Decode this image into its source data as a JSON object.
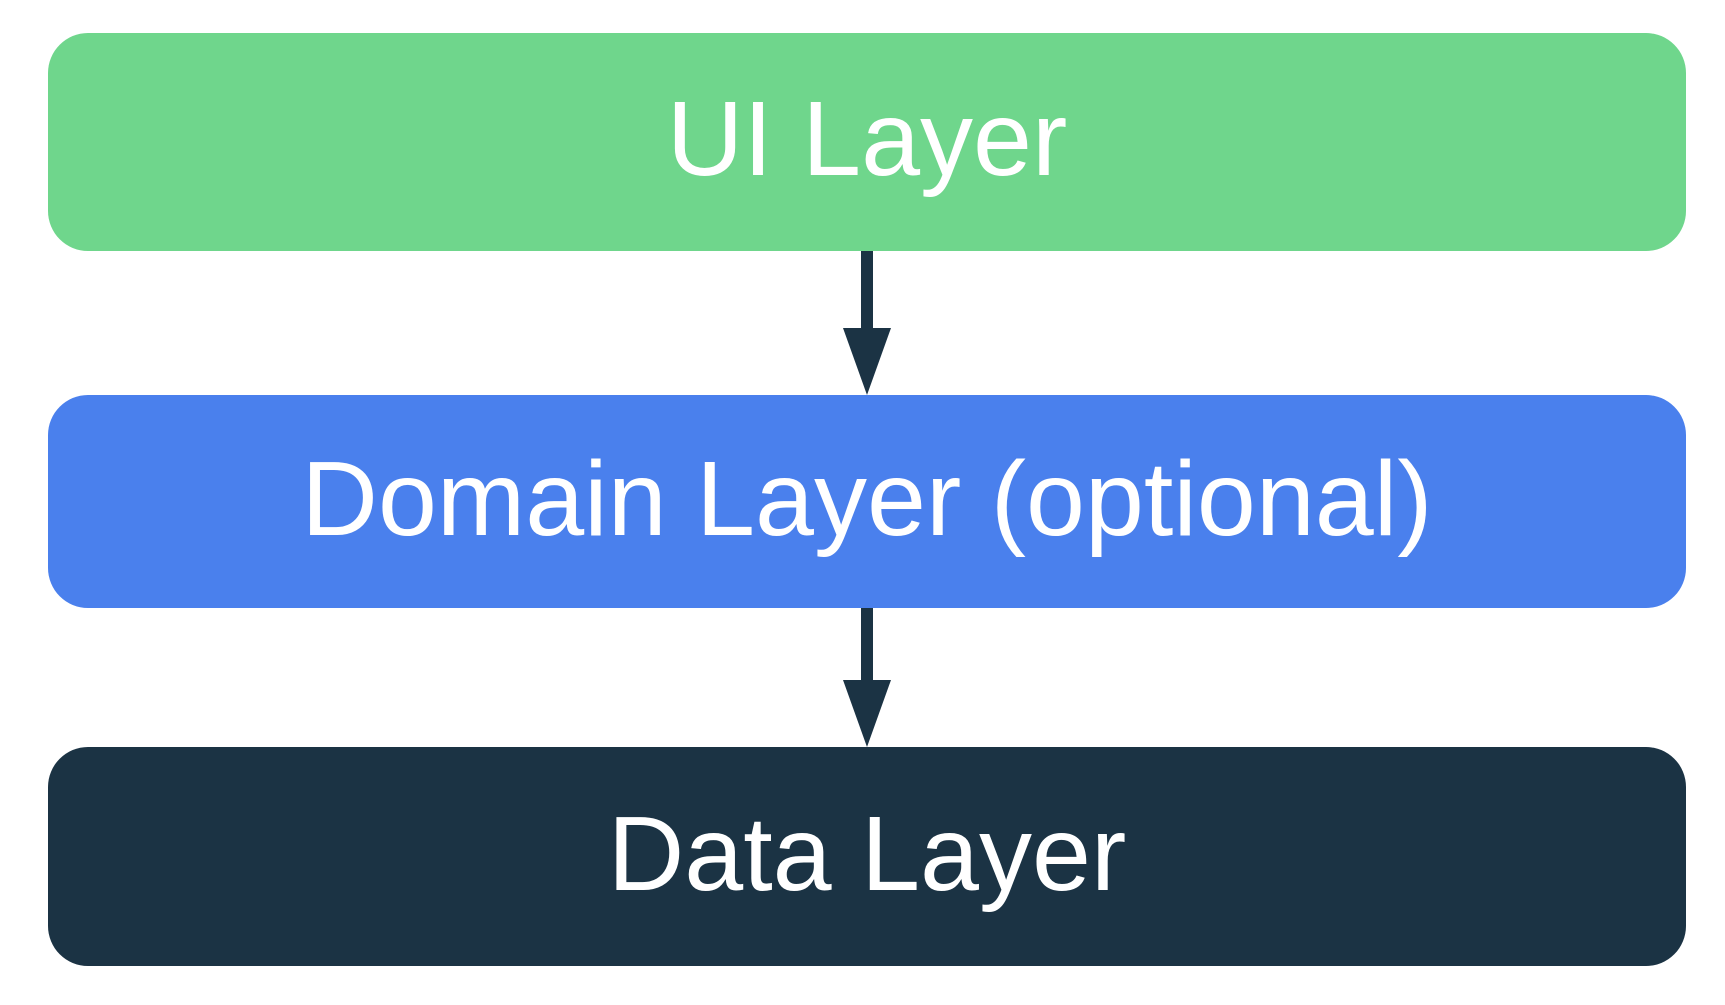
{
  "diagram": {
    "type": "layered-architecture-flow",
    "background_color": "#FFFFFF",
    "arrow_color": "#1B3344",
    "text_color": "#FFFFFF",
    "layers": [
      {
        "label": "UI Layer",
        "color": "#6FD68C"
      },
      {
        "label": "Domain Layer (optional)",
        "color": "#4A80ED"
      },
      {
        "label": "Data Layer",
        "color": "#1B3344"
      }
    ],
    "arrows": [
      {
        "from": "UI Layer",
        "to": "Domain Layer (optional)",
        "direction": "down"
      },
      {
        "from": "Domain Layer (optional)",
        "to": "Data Layer",
        "direction": "down"
      }
    ]
  }
}
